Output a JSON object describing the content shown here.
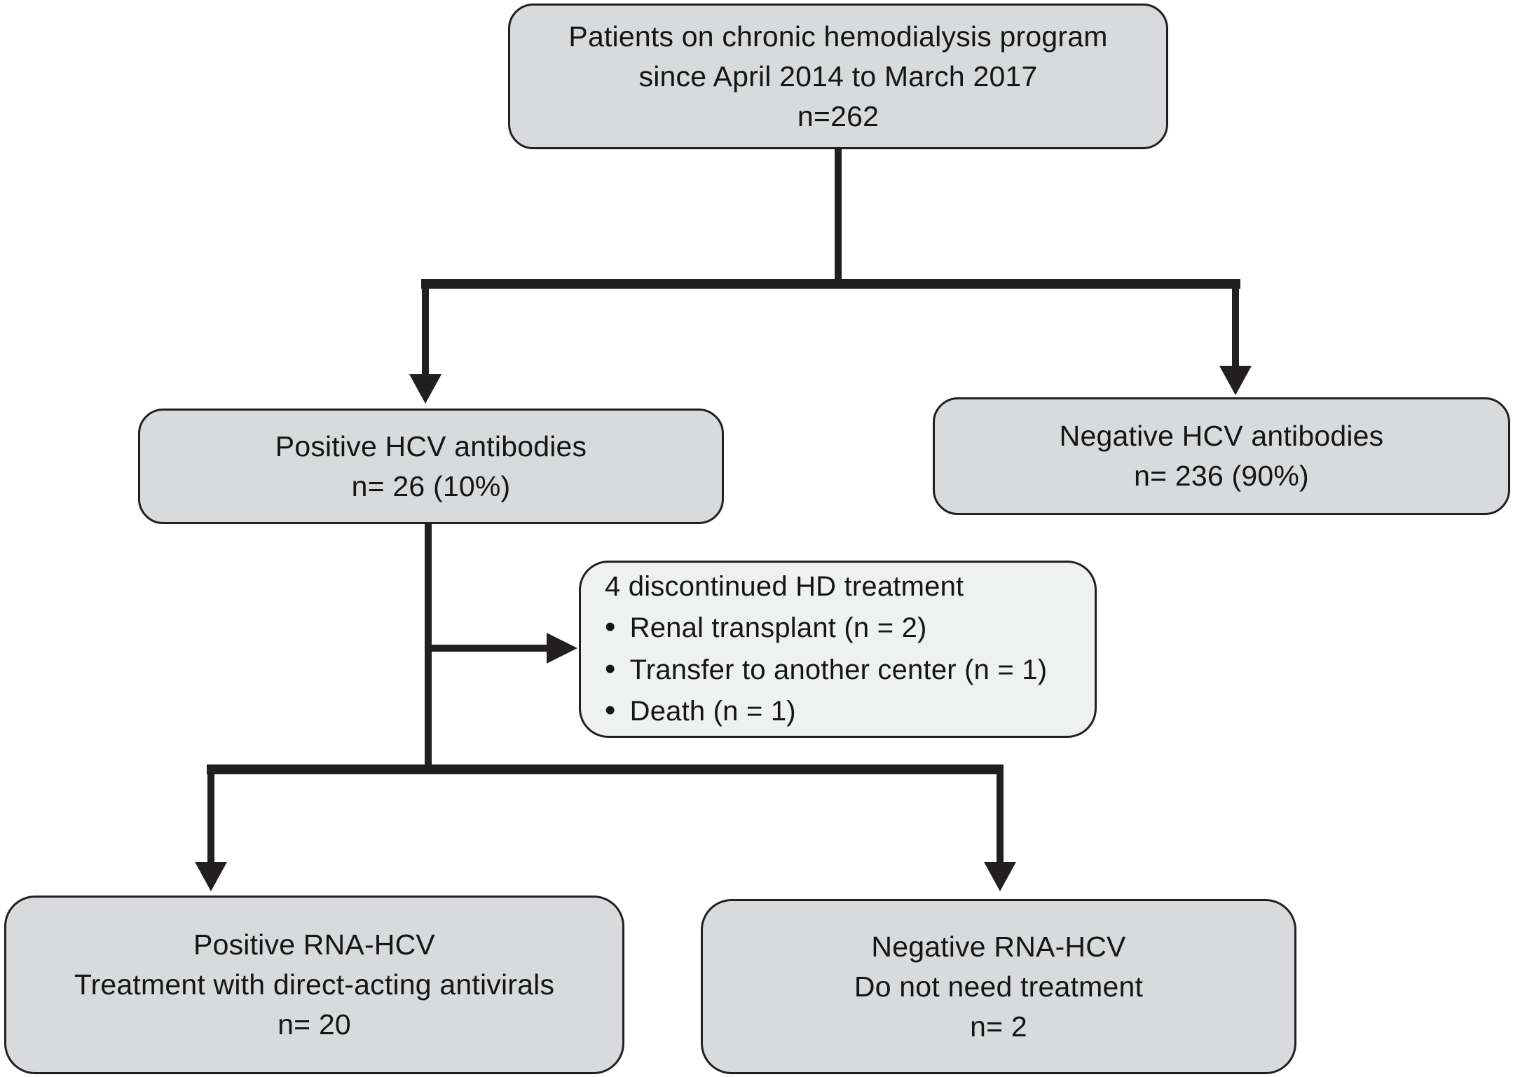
{
  "figure": {
    "type": "flowchart",
    "background": "#ffffff"
  },
  "colors": {
    "node_fill": "#d8dadb",
    "note_fill": "#eff0f0",
    "line_color": "#221f20",
    "text_color": "#151515"
  },
  "nodes": {
    "root": {
      "lines": [
        "Patients on chronic hemodialysis program",
        "since April 2014 to March 2017",
        "n=262"
      ]
    },
    "positive_antibodies": {
      "lines": [
        "Positive HCV antibodies",
        "n= 26 (10%)"
      ]
    },
    "negative_antibodies": {
      "lines": [
        "Negative HCV antibodies",
        "n= 236 (90%)"
      ]
    },
    "discontinued": {
      "title": "4 discontinued HD treatment",
      "bullet": "•",
      "items": [
        "Renal transplant (n = 2)",
        "Transfer to another center (n = 1)",
        "Death (n = 1)"
      ]
    },
    "positive_rna": {
      "lines": [
        "Positive RNA-HCV",
        "Treatment with direct-acting antivirals",
        "n= 20"
      ]
    },
    "negative_rna": {
      "lines": [
        "Negative RNA-HCV",
        "Do not need treatment",
        "n= 2"
      ]
    }
  }
}
